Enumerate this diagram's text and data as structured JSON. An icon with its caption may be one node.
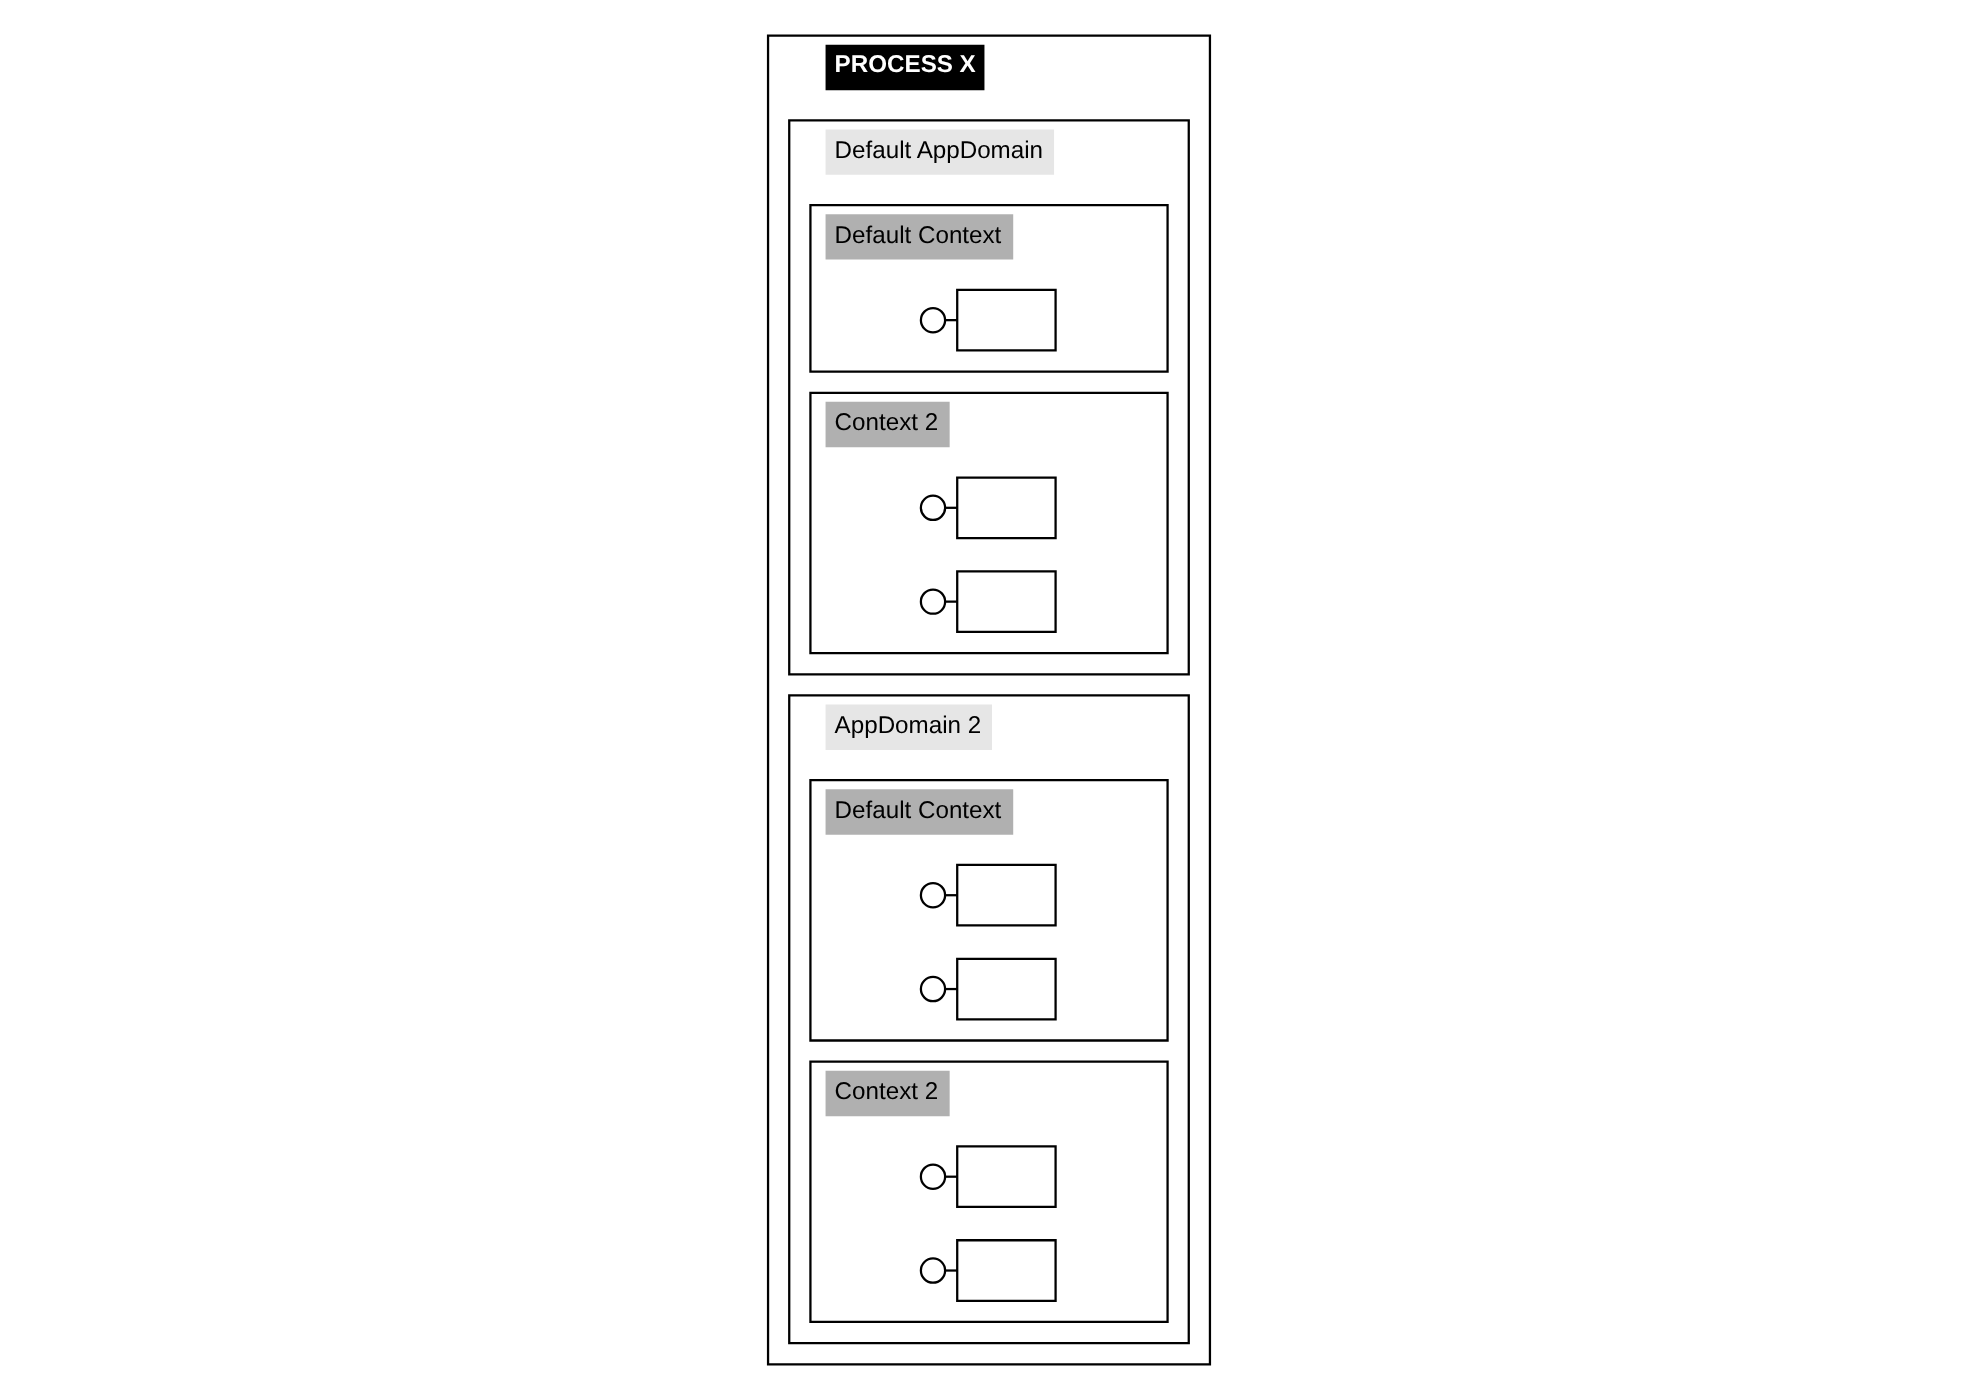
{
  "diagram": {
    "nodes": [
      {
        "text": [
          "PROCESS X"
        ]
      },
      {
        "text": [
          "Default AppDomain"
        ],
        "in": 0
      },
      {
        "text": [
          "Default Context"
        ],
        "in": 1
      },
      {
        "text": [],
        "shape": "circle",
        "in": 2
      },
      {
        "text": [],
        "shape": "box",
        "in": 2
      },
      {
        "text": [
          "Context 2"
        ],
        "in": 1
      },
      {
        "text": [],
        "shape": "circle",
        "in": 5
      },
      {
        "text": [],
        "shape": "box",
        "in": 5
      },
      {
        "text": [],
        "shape": "circle",
        "in": 5
      },
      {
        "text": [],
        "shape": "box",
        "in": 5
      },
      {
        "text": [
          "AppDomain 2"
        ],
        "in": 0
      },
      {
        "text": [
          "Default Context"
        ],
        "in": 10
      },
      {
        "text": [],
        "shape": "circle",
        "in": 11
      },
      {
        "text": [],
        "shape": "box",
        "in": 11
      },
      {
        "text": [],
        "shape": "circle",
        "in": 11
      },
      {
        "text": [],
        "shape": "box",
        "in": 11
      },
      {
        "text": [
          "Context 2"
        ],
        "in": 10
      },
      {
        "text": [],
        "shape": "circle",
        "in": 16
      },
      {
        "text": [],
        "shape": "box",
        "in": 16
      },
      {
        "text": [],
        "shape": "circle",
        "in": 16
      },
      {
        "text": [],
        "shape": "box",
        "in": 16
      }
    ],
    "edges": [
      {
        "from": 3,
        "to": 4,
        "arrow": "none"
      },
      {
        "from": 6,
        "to": 7,
        "arrow": "none"
      },
      {
        "from": 8,
        "to": 9,
        "arrow": "none"
      },
      {
        "from": 12,
        "to": 13,
        "arrow": "none"
      },
      {
        "from": 14,
        "to": 15,
        "arrow": "none"
      },
      {
        "from": 17,
        "to": 18,
        "arrow": "none"
      },
      {
        "from": 19,
        "to": 20,
        "arrow": "none"
      }
    ]
  }
}
